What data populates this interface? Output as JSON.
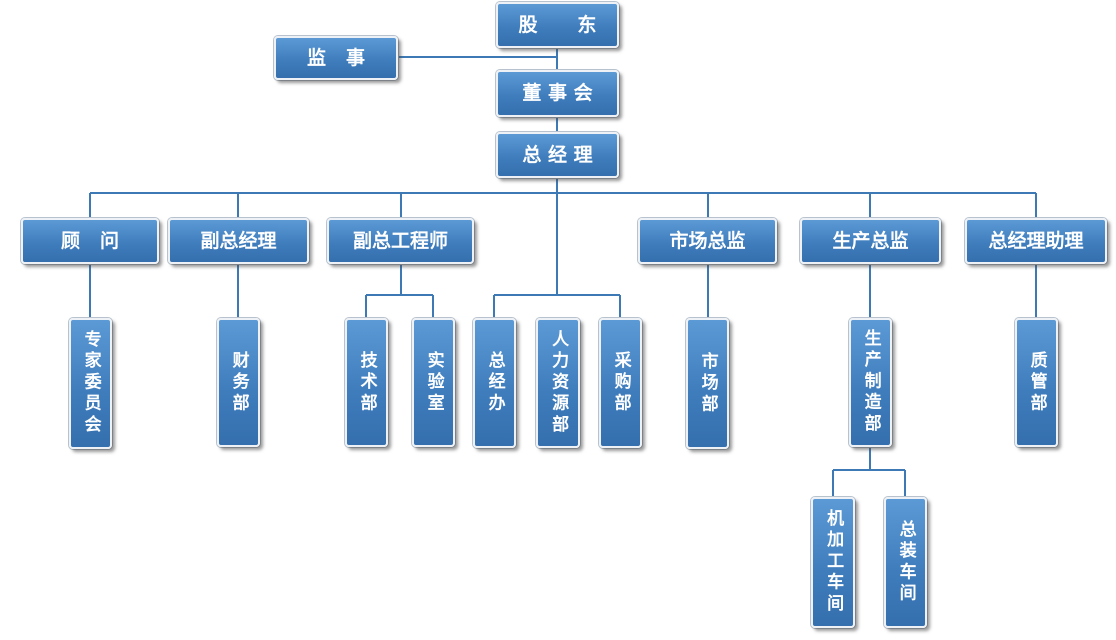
{
  "org_chart": {
    "shareholders": "股　东",
    "supervisor": "监 事",
    "board": "董 事 会",
    "general_manager": "总 经 理",
    "departments": {
      "advisor": "顾 问",
      "deputy_gm": "副总经理",
      "deputy_chief_engineer": "副总工程师",
      "marketing_director": "市场总监",
      "production_director": "生产总监",
      "gm_assistant": "总经理助理"
    },
    "units": {
      "expert_committee": "专家委员会",
      "finance_dept": "财务部",
      "technology_dept": "技术部",
      "laboratory": "实验室",
      "gm_office": "总经办",
      "hr_dept": "人力资源部",
      "procurement_dept": "采购部",
      "marketing_dept": "市场部",
      "production_manufacturing_dept": "生产制造部",
      "quality_dept": "质管部",
      "machining_workshop": "机加工车间",
      "assembly_workshop": "总装车间"
    }
  },
  "colors": {
    "box_fill": "#4682c3",
    "box_border": "#eef2f6",
    "connector": "#3d79b5",
    "text": "#ffffff"
  }
}
